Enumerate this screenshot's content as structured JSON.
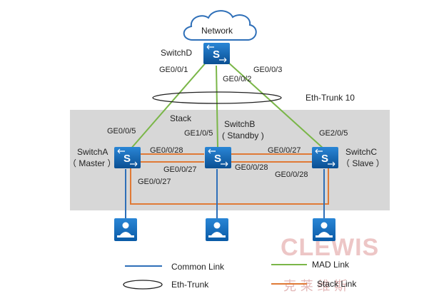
{
  "nodes": {
    "network": "Network",
    "switch_d": "SwitchD",
    "switch_a_name": "SwitchA",
    "switch_a_role": "（ Master ）",
    "switch_b_name": "SwitchB",
    "switch_b_role": "( Standby )",
    "switch_c_name": "SwitchC",
    "switch_c_role": "（ Slave ）",
    "stack": "Stack",
    "eth_trunk": "Eth-Trunk 10",
    "switch_glyph": "S"
  },
  "ports": {
    "d_p1": "GE0/0/1",
    "d_p2": "GE0/0/2",
    "d_p3": "GE0/0/3",
    "a_up": "GE0/0/5",
    "b_up": "GE1/0/5",
    "c_up": "GE2/0/5",
    "a_28": "GE0/0/28",
    "a_27": "GE0/0/27",
    "b_27": "GE0/0/27",
    "b_28": "GE0/0/28",
    "c_27": "GE0/0/27",
    "c_28": "GE0/0/28"
  },
  "legend": {
    "common_link": "Common Link",
    "mad_link": "MAD Link",
    "eth_trunk": "Eth-Trunk",
    "stack_link": "Stack Link"
  },
  "watermark": {
    "text": "CLEWIS",
    "cn": "克 莱 维 斯"
  },
  "colors": {
    "common_link": "#2e6fb8",
    "mad_link": "#7ab648",
    "stack_link": "#e07a36",
    "switch_fill": "#0b64b4",
    "stack_area": "#d7d7d7"
  }
}
